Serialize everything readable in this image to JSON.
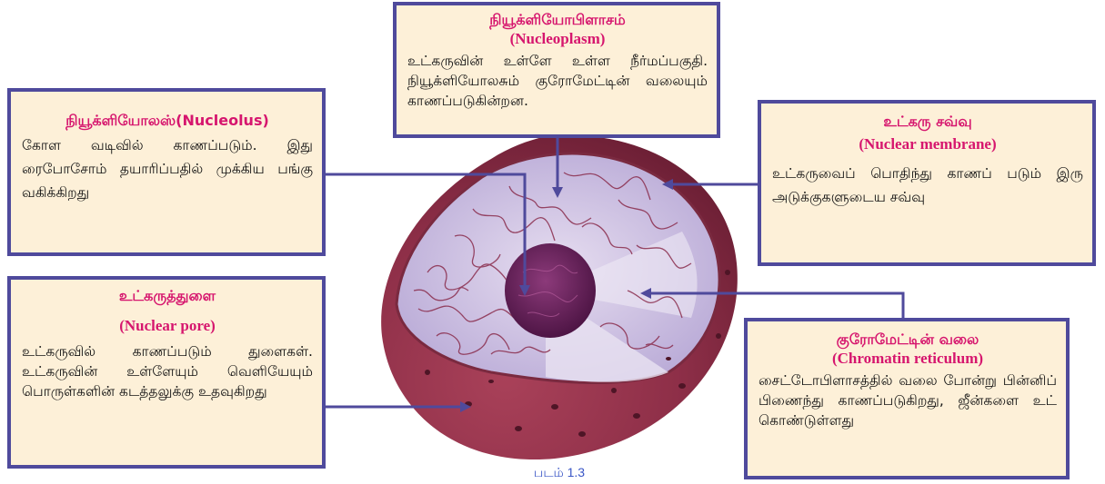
{
  "boxes": {
    "nucleoplasm": {
      "title": "நியூக்ளியோபிளாசம்",
      "subtitle": "(Nucleoplasm)",
      "desc": "உட்கருவின் உள்ளே உள்ள நீர்மப்பகுதி. நியூக்ளியோலசும் குரோமேட்டின் வலையும் காணப்படுகின்றன."
    },
    "nucleolus": {
      "title": "நியூக்ளியோலஸ்(Nucleolus)",
      "desc": "கோள வடிவில் காணப்படும். இது ரைபோசோம் தயாரிப்பதில் முக்கிய பங்கு வகிக்கிறது"
    },
    "nuclear_membrane": {
      "title": "உட்கரு சவ்வு",
      "subtitle": "(Nuclear membrane)",
      "desc": "உட்கருவைப் பொதிந்து காணப் படும் இரு அடுக்குகளுடைய சவ்வு"
    },
    "nuclear_pore": {
      "title": "உட்கருத்துளை",
      "subtitle": "(Nuclear pore)",
      "desc": "உட்கருவில் காணப்படும் துளைகள். உட்கருவின் உள்ளேயும் வெளியேயும் பொருள்களின் கடத்தலுக்கு உதவுகிறது"
    },
    "chromatin": {
      "title": "குரோமேட்டின் வலை",
      "subtitle": "(Chromatin reticulum)",
      "desc": "சைட்டோபிளாசத்தில் வலை போன்று பின்னிப் பிணைந்து காணப்படுகிறது, ஜீன்களை உட் கொண்டுள்ளது"
    }
  },
  "caption": "படம் 1.3",
  "colors": {
    "box_fill": "#fdf0d8",
    "box_border": "#4f4a9c",
    "title": "#d6166e",
    "leader_line": "#4f4a9c",
    "nucleus_outer": "#8e2f48",
    "nucleoplasm": "#c9bde0",
    "nucleolus": "#6a1f5e"
  }
}
